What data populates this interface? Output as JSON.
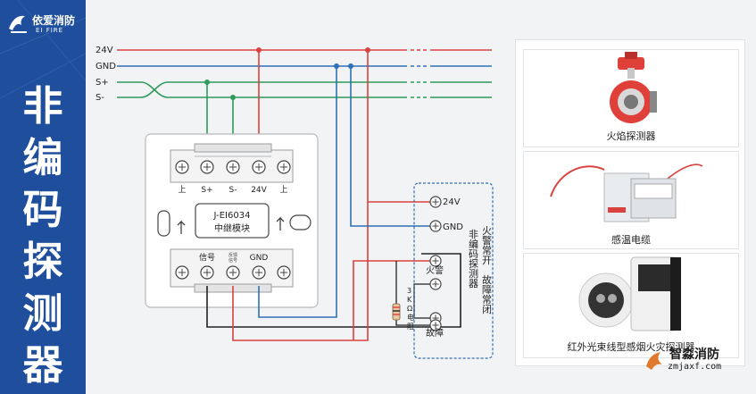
{
  "brand": {
    "name_cn": "依爱消防",
    "name_en": "EI FIRE"
  },
  "title": "非编码探测器",
  "bus_lines": [
    {
      "label": "24V",
      "color": "#d9423e"
    },
    {
      "label": "GND",
      "color": "#2f6fb5"
    },
    {
      "label": "S+",
      "color": "#2e9a5b"
    },
    {
      "label": "S-",
      "color": "#2e9a5b"
    }
  ],
  "module": {
    "model": "J-EI6034",
    "name": "中继模块",
    "top_labels": [
      "上",
      "S+",
      "S-",
      "24V",
      "上"
    ],
    "bottom_labels": [
      "信号",
      "反馈\n信号",
      "GND"
    ]
  },
  "detector_box": {
    "terminals": [
      "24V",
      "GND",
      "火警",
      "故障"
    ],
    "label_lines": [
      "火警常开 故障常闭",
      "非编码探测器"
    ],
    "resistor_label": "3KΩ电阻"
  },
  "products": [
    {
      "caption": "火焰探测器",
      "icon": "flame-detector-icon"
    },
    {
      "caption": "感温电缆",
      "icon": "heat-cable-icon"
    },
    {
      "caption": "红外光束线型感烟火灾探测器",
      "icon": "beam-detector-icon"
    }
  ],
  "watermark": {
    "name": "智淼消防",
    "url": "zmjaxf.com"
  },
  "colors": {
    "sidebar": "#1f4f9c",
    "red": "#d9423e",
    "blue": "#2f6fb5",
    "green": "#2e9a5b",
    "dark": "#222222"
  }
}
